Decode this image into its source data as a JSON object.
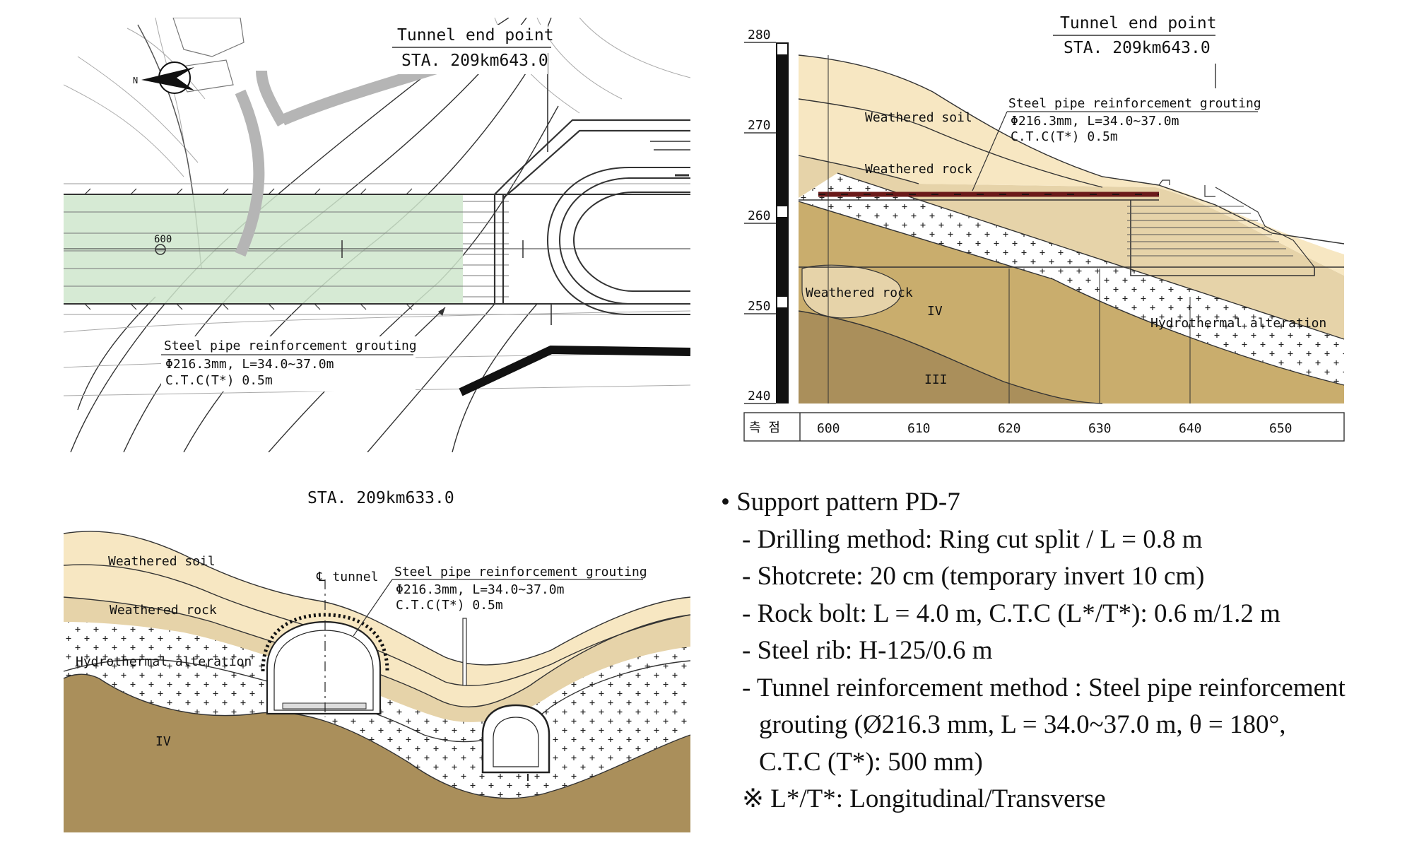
{
  "plan": {
    "end_label": "Tunnel end point",
    "end_sta": "STA. 209km643.0",
    "north": "N",
    "sta_mark": "600",
    "grout_title": "Steel pipe reinforcement grouting",
    "grout_spec": "Φ216.3mm, L=34.0~37.0m",
    "grout_ctc": "C.T.C(T*) 0.5m"
  },
  "profile": {
    "end_label": "Tunnel end point",
    "end_sta": "STA. 209km643.0",
    "grout_title": "Steel pipe reinforcement grouting",
    "grout_spec": "Φ216.3mm, L=34.0~37.0m",
    "grout_ctc": "C.T.C(T*) 0.5m",
    "layers": {
      "weathered_soil": "Weathered soil",
      "weathered_rock": "Weathered rock",
      "weathered_rock_2": "Weathered rock",
      "hydrothermal": "Hydrothermal alteration",
      "grade_iv": "IV",
      "grade_iii": "III"
    },
    "y_ticks": [
      "280",
      "270",
      "260",
      "250",
      "240"
    ],
    "x_header": "측 점",
    "x_ticks": [
      "600",
      "610",
      "620",
      "630",
      "640",
      "650"
    ]
  },
  "section": {
    "sta": "STA. 209km633.0",
    "tunnel_label": "℄ tunnel",
    "grout_title": "Steel pipe reinforcement grouting",
    "grout_spec": "Φ216.3mm, L=34.0~37.0m",
    "grout_ctc": "C.T.C(T*) 0.5m",
    "layers": {
      "weathered_soil": "Weathered soil",
      "weathered_rock": "Weathered rock",
      "hydrothermal": "Hydrothermal alteration",
      "grade_iv": "IV"
    }
  },
  "support": {
    "title": "• Support pattern PD-7",
    "drilling": "- Drilling method: Ring cut split / L = 0.8 m",
    "shotcrete": "- Shotcrete: 20 cm (temporary invert 10 cm)",
    "rock_bolt": "- Rock bolt: L = 4.0 m, C.T.C (L*/T*): 0.6 m/1.2 m",
    "steel_rib": "- Steel rib: H-125/0.6 m",
    "reinf_1": "- Tunnel reinforcement method : Steel pipe reinforcement",
    "reinf_2": "grouting (Ø216.3 mm, L = 34.0~37.0 m,  θ  = 180°,",
    "reinf_3": "C.T.C (T*): 500 mm)",
    "note": "※ L*/T*: Longitudinal/Transverse"
  },
  "colors": {
    "weathered_soil": "#f7e7c2",
    "weathered_rock": "#e6d3a9",
    "rock_iv": "#c9ad6d",
    "rock_iii": "#aa8f5b",
    "tunnel_zone": "#cfe6cc"
  }
}
